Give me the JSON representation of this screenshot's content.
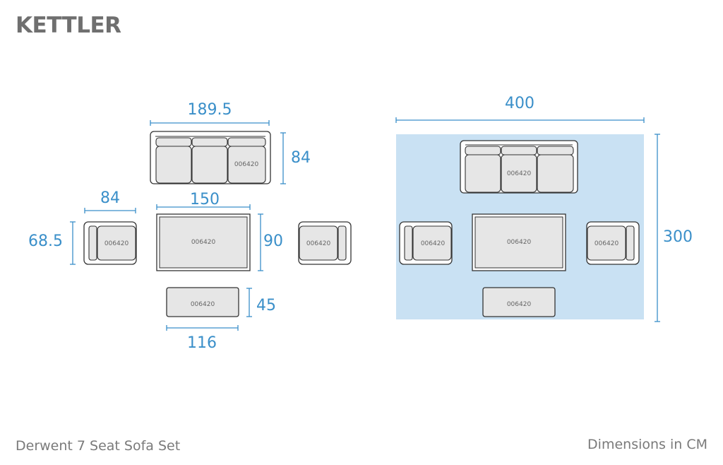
{
  "brand": "KETTLER",
  "footer": {
    "product_name": "Derwent 7 Seat Sofa Set",
    "units_note": "Dimensions in CM"
  },
  "colors": {
    "dimension_blue": "#3a8fc9",
    "layout_area_fill": "#c9e1f3"
  },
  "individual_pieces": {
    "sofa": {
      "width": "189.5",
      "depth": "84",
      "code": "006420"
    },
    "armchair_left": {
      "width": "84",
      "depth": "68.5",
      "code": "006420"
    },
    "dining_table": {
      "width": "150",
      "depth": "90",
      "code": "006420"
    },
    "armchair_right": {
      "code": "006420"
    },
    "bench": {
      "width": "116",
      "depth": "45",
      "code": "006420"
    }
  },
  "layout_area": {
    "width": "400",
    "depth": "300",
    "codes": {
      "sofa": "006420",
      "armchair_left": "006420",
      "table": "006420",
      "armchair_right": "006420",
      "bench": "006420"
    }
  }
}
